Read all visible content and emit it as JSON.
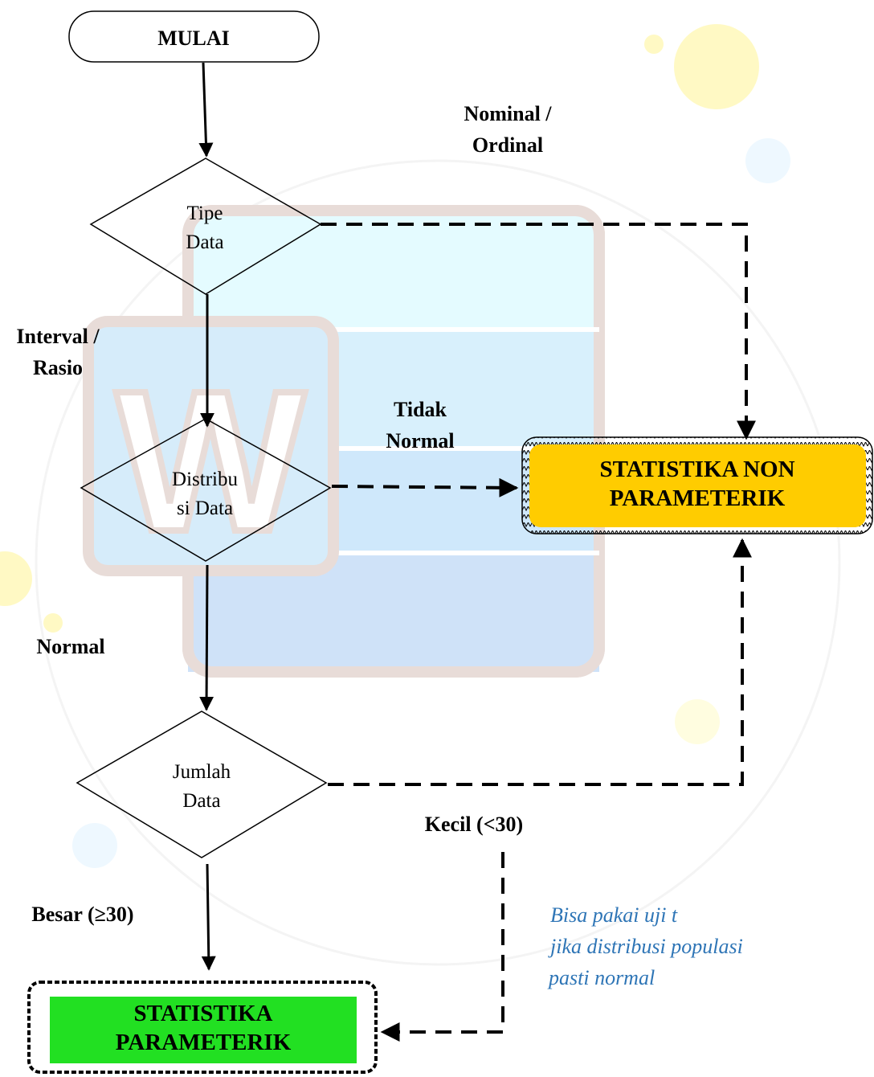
{
  "start": {
    "label": "MULAI"
  },
  "decisions": {
    "tipe_data": {
      "line1": "Tipe",
      "line2": "Data"
    },
    "distribusi_data": {
      "line1": "Distribu",
      "line2": "si Data"
    },
    "jumlah_data": {
      "line1": "Jumlah",
      "line2": "Data"
    }
  },
  "edge_labels": {
    "nominal_ordinal": {
      "line1": "Nominal /",
      "line2": "Ordinal"
    },
    "interval_rasio": {
      "line1": "Interval /",
      "line2": "Rasio"
    },
    "tidak_normal": {
      "line1": "Tidak",
      "line2": "Normal"
    },
    "normal": "Normal",
    "kecil": "Kecil (<30)",
    "besar": "Besar (≥30)"
  },
  "outcomes": {
    "non_parametrik": {
      "line1": "STATISTIKA NON",
      "line2": "PARAMETERIK",
      "fill": "#ffcc00"
    },
    "parametrik": {
      "line1": "STATISTIKA",
      "line2": "PARAMETERIK",
      "fill": "#22e022"
    }
  },
  "note": {
    "line1": "Bisa pakai uji t",
    "line2": "jika distribusi populasi",
    "line3": "pasti normal",
    "color": "#2e75b6"
  },
  "watermark": {
    "letter": "W"
  }
}
